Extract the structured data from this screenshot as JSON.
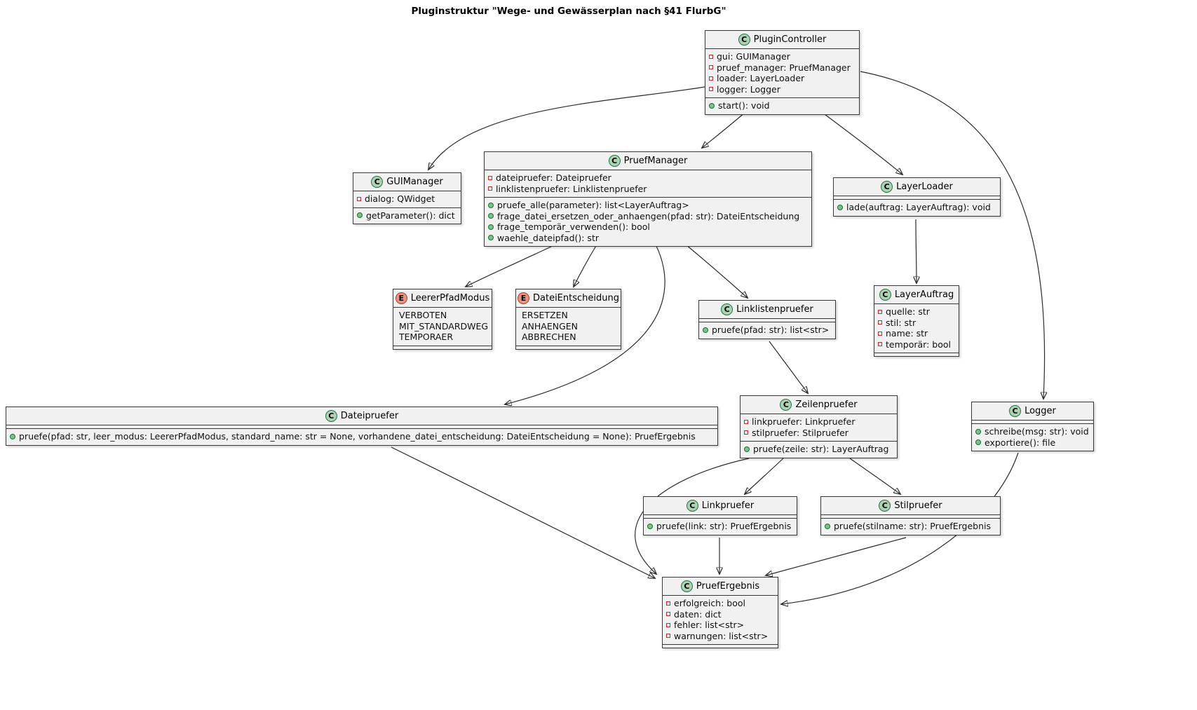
{
  "title": "Pluginstruktur \"Wege- und Gewässerplan nach §41 FlurbG\"",
  "classes": {
    "pluginController": {
      "name": "PluginController",
      "icon": "C",
      "fields": [
        "gui: GUIManager",
        "pruef_manager: PruefManager",
        "loader: LayerLoader",
        "logger: Logger"
      ],
      "methods": [
        "start(): void"
      ]
    },
    "guiManager": {
      "name": "GUIManager",
      "icon": "C",
      "fields": [
        "dialog: QWidget"
      ],
      "methods": [
        "getParameter(): dict"
      ]
    },
    "pruefManager": {
      "name": "PruefManager",
      "icon": "C",
      "fields": [
        "dateipruefer: Dateipruefer",
        "linklistenpruefer: Linklistenpruefer"
      ],
      "methods": [
        "pruefe_alle(parameter): list<LayerAuftrag>",
        "frage_datei_ersetzen_oder_anhaengen(pfad: str): DateiEntscheidung",
        "frage_temporär_verwenden(): bool",
        "waehle_dateipfad(): str"
      ]
    },
    "layerLoader": {
      "name": "LayerLoader",
      "icon": "C",
      "methods": [
        "lade(auftrag: LayerAuftrag): void"
      ]
    },
    "leererPfadModus": {
      "name": "LeererPfadModus",
      "icon": "E",
      "values": [
        "VERBOTEN",
        "MIT_STANDARDWEG",
        "TEMPORAER"
      ]
    },
    "dateiEntscheidung": {
      "name": "DateiEntscheidung",
      "icon": "E",
      "values": [
        "ERSETZEN",
        "ANHAENGEN",
        "ABBRECHEN"
      ]
    },
    "linklistenpruefer": {
      "name": "Linklistenpruefer",
      "icon": "C",
      "methods": [
        "pruefe(pfad: str): list<str>"
      ]
    },
    "layerAuftrag": {
      "name": "LayerAuftrag",
      "icon": "C",
      "fields": [
        "quelle: str",
        "stil: str",
        "name: str",
        "temporär: bool"
      ]
    },
    "dateipruefer": {
      "name": "Dateipruefer",
      "icon": "C",
      "methods": [
        "pruefe(pfad: str, leer_modus: LeererPfadModus, standard_name: str = None, vorhandene_datei_entscheidung: DateiEntscheidung = None): PruefErgebnis"
      ]
    },
    "zeilenpruefer": {
      "name": "Zeilenpruefer",
      "icon": "C",
      "fields": [
        "linkpruefer: Linkpruefer",
        "stilpruefer: Stilpruefer"
      ],
      "methods": [
        "pruefe(zeile: str): LayerAuftrag"
      ]
    },
    "logger": {
      "name": "Logger",
      "icon": "C",
      "methods": [
        "schreibe(msg: str): void",
        "exportiere(): file"
      ]
    },
    "linkpruefer": {
      "name": "Linkpruefer",
      "icon": "C",
      "methods": [
        "pruefe(link: str): PruefErgebnis"
      ]
    },
    "stilpruefer": {
      "name": "Stilpruefer",
      "icon": "C",
      "methods": [
        "pruefe(stilname: str): PruefErgebnis"
      ]
    },
    "pruefErgebnis": {
      "name": "PruefErgebnis",
      "icon": "C",
      "fields": [
        "erfolgreich: bool",
        "daten: dict",
        "fehler: list<str>",
        "warnungen: list<str>"
      ]
    }
  },
  "edges": [
    {
      "from": "PluginController",
      "to": "GUIManager"
    },
    {
      "from": "PluginController",
      "to": "PruefManager"
    },
    {
      "from": "PluginController",
      "to": "LayerLoader"
    },
    {
      "from": "PluginController",
      "to": "Logger"
    },
    {
      "from": "PruefManager",
      "to": "LeererPfadModus"
    },
    {
      "from": "PruefManager",
      "to": "DateiEntscheidung"
    },
    {
      "from": "PruefManager",
      "to": "Linklistenpruefer"
    },
    {
      "from": "PruefManager",
      "to": "Dateipruefer"
    },
    {
      "from": "LayerLoader",
      "to": "LayerAuftrag"
    },
    {
      "from": "Linklistenpruefer",
      "to": "Zeilenpruefer"
    },
    {
      "from": "Zeilenpruefer",
      "to": "Linkpruefer"
    },
    {
      "from": "Zeilenpruefer",
      "to": "Stilpruefer"
    },
    {
      "from": "Zeilenpruefer",
      "to": "PruefErgebnis"
    },
    {
      "from": "Dateipruefer",
      "to": "PruefErgebnis"
    },
    {
      "from": "Linkpruefer",
      "to": "PruefErgebnis"
    },
    {
      "from": "Stilpruefer",
      "to": "PruefErgebnis"
    },
    {
      "from": "Logger",
      "to": "PruefErgebnis"
    }
  ]
}
